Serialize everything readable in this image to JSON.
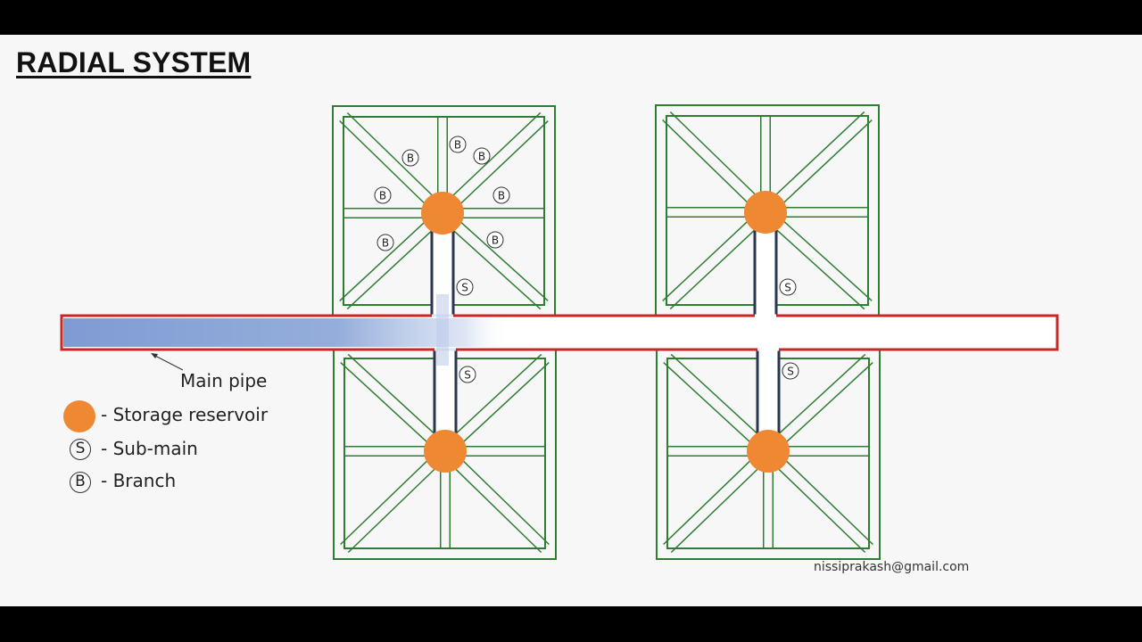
{
  "title": "RADIAL SYSTEM",
  "main_pipe_label": "Main pipe",
  "legend": [
    {
      "symbol": "reservoir",
      "text": "- Storage reservoir"
    },
    {
      "symbol": "S",
      "text": "- Sub-main"
    },
    {
      "symbol": "B",
      "text": "- Branch"
    }
  ],
  "marker_labels": {
    "submain": "S",
    "branch": "B"
  },
  "email": "nissiprakash@gmail.com",
  "colors": {
    "block_outline": "#2e7d32",
    "main_pipe_outline": "#c62828",
    "water_fill": "#7f9bd3",
    "reservoir": "#ee8833",
    "submain_line": "#2a3550"
  }
}
